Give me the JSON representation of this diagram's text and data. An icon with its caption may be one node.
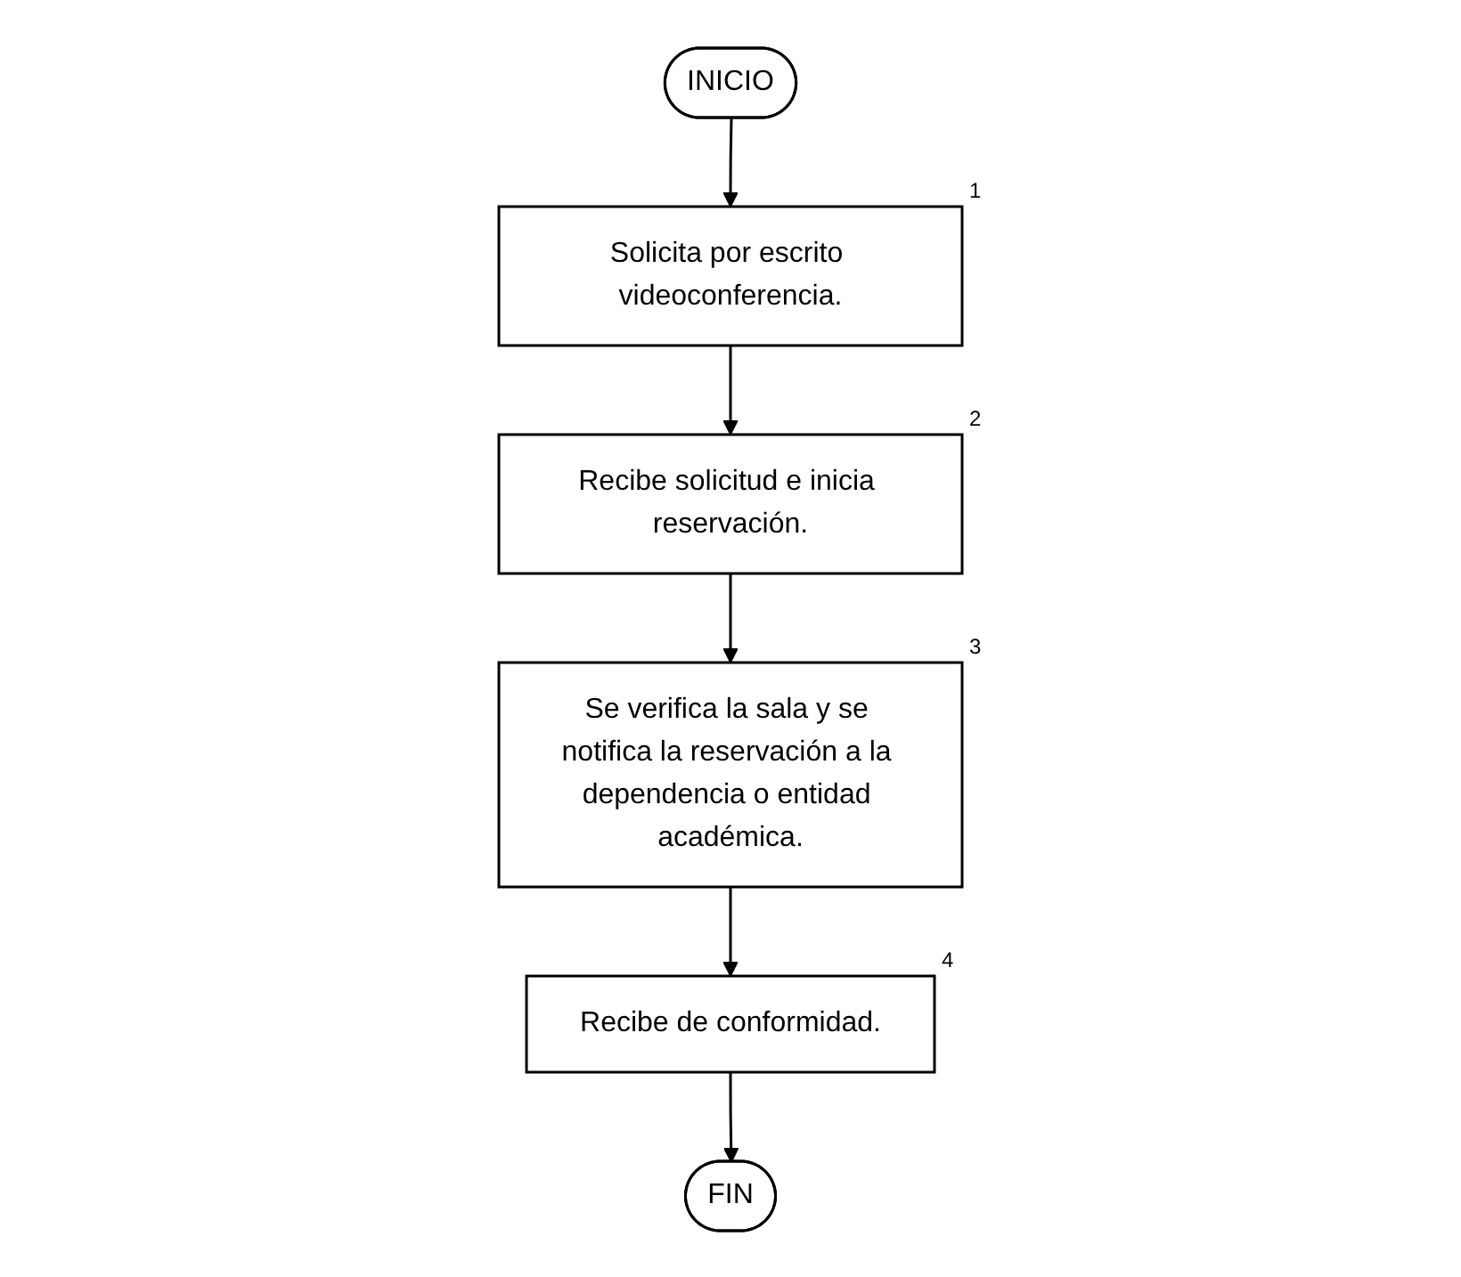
{
  "diagram": {
    "nodes": [
      {
        "text": [
          "INICIO"
        ]
      },
      {
        "text": [
          "Solicita por escrito videoconferencia."
        ],
        "beside": [
          "1"
        ]
      },
      {
        "text": [
          "Recibe solicitud e inicia reservación."
        ],
        "beside": [
          "2"
        ]
      },
      {
        "text": [
          "Se verifica la sala y se notifica la reservación a la dependencia o entidad académica."
        ],
        "beside": [
          "3"
        ]
      },
      {
        "text": [
          "Recibe de conformidad."
        ],
        "beside": [
          "4"
        ]
      },
      {
        "text": [
          "FIN"
        ]
      }
    ],
    "edges": [
      {
        "from": 0,
        "to": 1,
        "arrow": "to"
      },
      {
        "from": 1,
        "to": 2,
        "arrow": "to"
      },
      {
        "from": 2,
        "to": 3,
        "arrow": "to"
      },
      {
        "from": 3,
        "to": 4,
        "arrow": "to"
      },
      {
        "from": 4,
        "to": 5,
        "arrow": "to"
      }
    ]
  }
}
